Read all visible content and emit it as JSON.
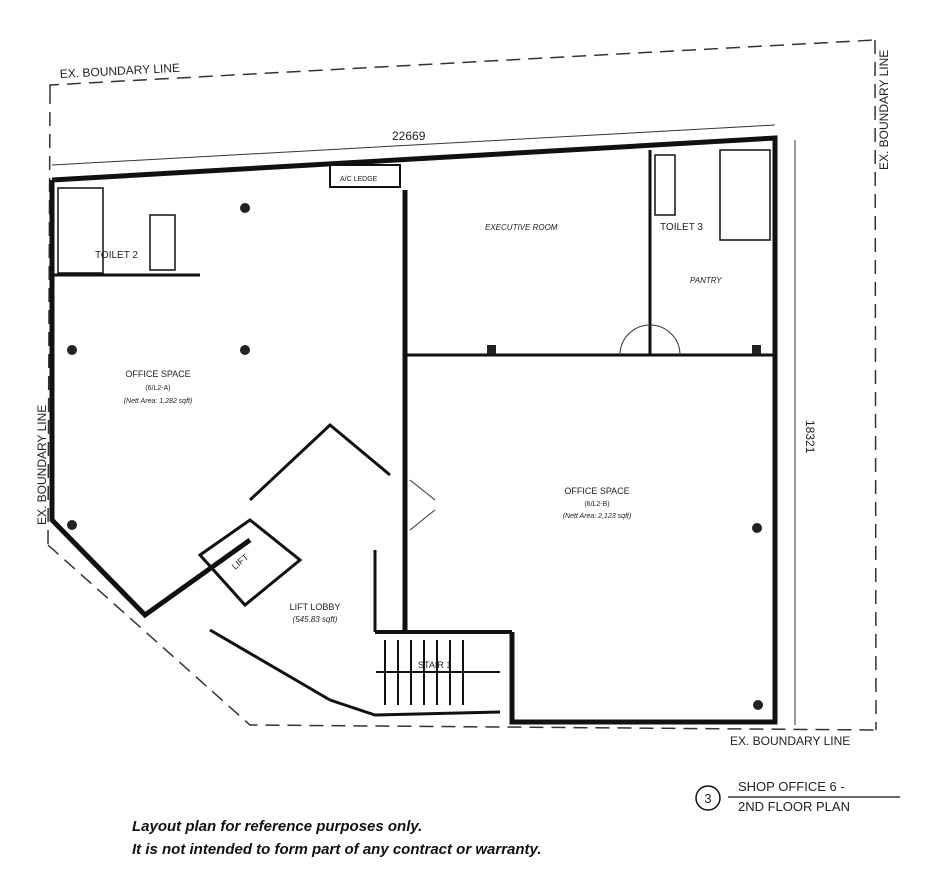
{
  "boundary": {
    "top": "EX. BOUNDARY LINE",
    "right": "EX. BOUNDARY LINE",
    "left": "EX. BOUNDARY LINE",
    "bottom": "EX. BOUNDARY LINE"
  },
  "dimensions": {
    "width": "22669",
    "depth": "18321"
  },
  "rooms": {
    "ac_ledge": "A/C LEDGE",
    "toilet2": "TOILET 2",
    "toilet3": "TOILET 3",
    "executive": "EXECUTIVE ROOM",
    "pantry": "PANTRY",
    "office_a": {
      "name": "OFFICE SPACE",
      "code": "(6/L2-A)",
      "area": "(Nett Area: 1,282 sqft)"
    },
    "office_b": {
      "name": "OFFICE SPACE",
      "code": "(6/L2-B)",
      "area": "(Nett Area: 2,123 sqft)"
    },
    "lift": "LIFT",
    "lift_lobby": {
      "name": "LIFT LOBBY",
      "area": "(545.83 sqft)"
    },
    "stair": "STAIR 1"
  },
  "title_block": {
    "number": "3",
    "line1": "SHOP OFFICE 6 -",
    "line2": "2ND FLOOR PLAN"
  },
  "disclaimer": {
    "line1": "Layout plan for reference purposes only.",
    "line2": "It is not intended to form part of any contract or warranty."
  }
}
